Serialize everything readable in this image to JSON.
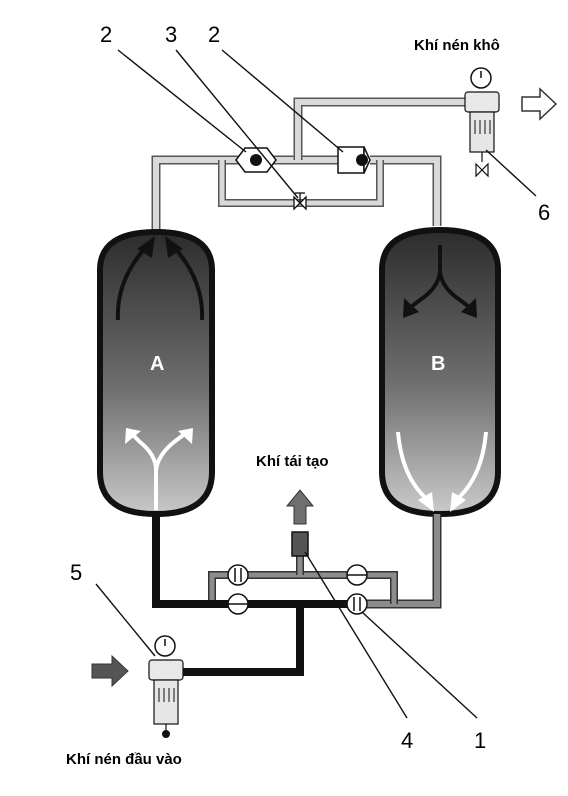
{
  "labels": {
    "dry_air": "Khí nén khô",
    "regen_air": "Khí tái tạo",
    "inlet_air": "Khí nén đầu vào",
    "vessel_a": "A",
    "vessel_b": "B"
  },
  "callouts": [
    "1",
    "2",
    "2",
    "3",
    "4",
    "5",
    "6"
  ],
  "colors": {
    "pipe_light": "#d9d9d9",
    "pipe_medium": "#8c8c8c",
    "pipe_dark": "#111111",
    "vessel_top": "#2c2c2c",
    "vessel_bottom": "#c6c6c6",
    "arrow_fill": "#707070"
  }
}
